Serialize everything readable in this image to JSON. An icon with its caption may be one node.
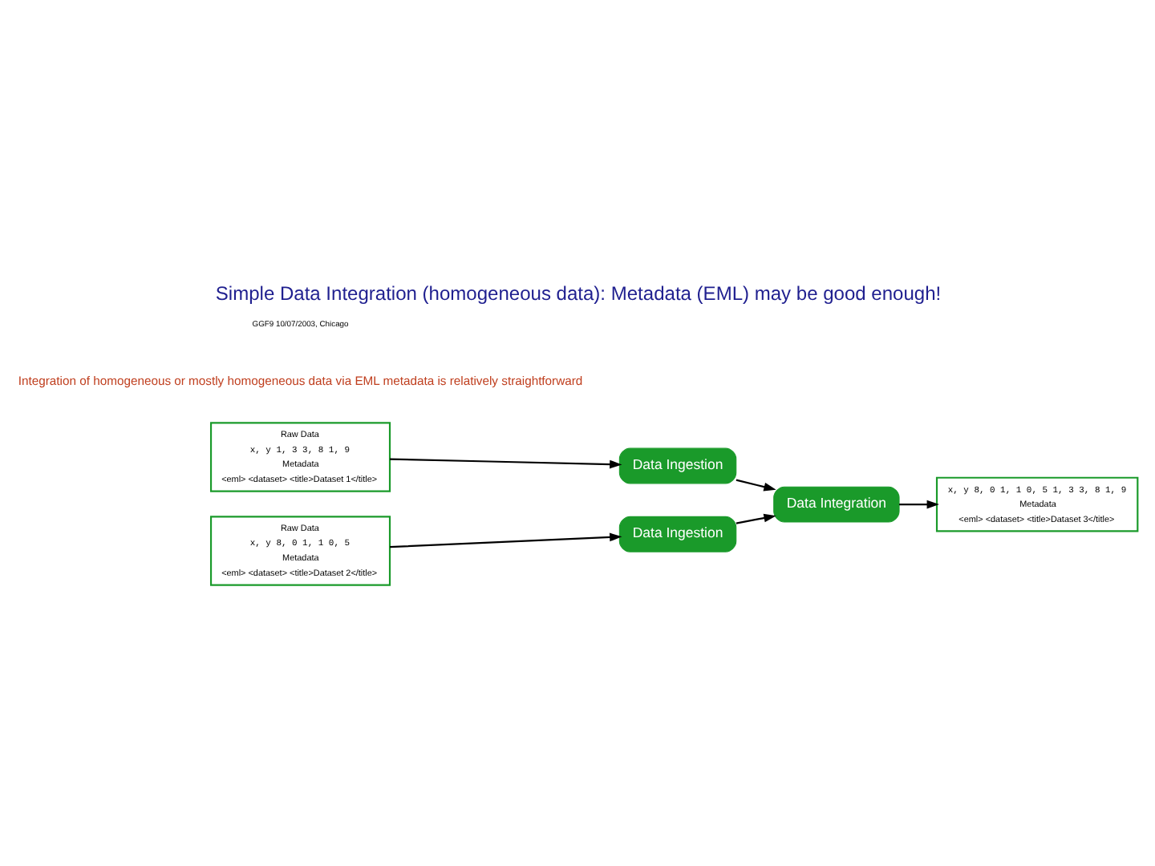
{
  "diagram": {
    "title": "Simple Data Integration (homogeneous data): Metadata (EML) may be good enough!",
    "nodes": [
      {
        "text": [
          "Raw Data",
          "x, y 1, 3 3, 8 1, 9",
          "Metadata",
          "<eml> <dataset> <title>Dataset 1</title>"
        ]
      },
      {
        "text": [
          "Raw Data",
          "x, y 8, 0 1, 1 0, 5",
          "Metadata",
          "<eml> <dataset> <title>Dataset 2</title>"
        ]
      },
      {
        "text": [
          "Data Ingestion"
        ]
      },
      {
        "text": [
          "Data Ingestion"
        ]
      },
      {
        "text": [
          "Data Integration"
        ]
      },
      {
        "text": [
          "x, y 8, 0 1, 1 0, 5 1, 3 3, 8 1, 9",
          "Metadata",
          "<eml> <dataset> <title>Dataset 3</title>"
        ]
      }
    ],
    "edges": [
      {
        "from": 0,
        "to": 2,
        "arrow": "to"
      },
      {
        "from": 2,
        "to": 4,
        "arrow": "to"
      },
      {
        "from": 1,
        "to": 3,
        "arrow": "to"
      },
      {
        "from": 3,
        "to": 4,
        "arrow": "to"
      },
      {
        "from": 4,
        "to": 5,
        "arrow": "to"
      }
    ],
    "labels": [
      "Integration of homogeneous or mostly homogeneous data via EML metadata is relatively straightforward",
      "GGF9 10/07/2003, Chicago"
    ]
  }
}
